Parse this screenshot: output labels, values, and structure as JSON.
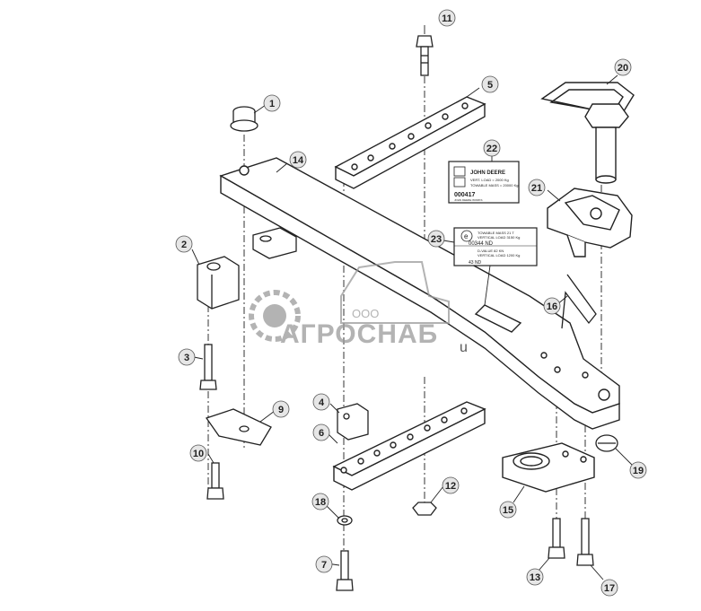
{
  "callouts": [
    {
      "n": "1"
    },
    {
      "n": "2"
    },
    {
      "n": "3"
    },
    {
      "n": "4"
    },
    {
      "n": "5"
    },
    {
      "n": "6"
    },
    {
      "n": "7"
    },
    {
      "n": "9"
    },
    {
      "n": "10"
    },
    {
      "n": "11"
    },
    {
      "n": "12"
    },
    {
      "n": "13"
    },
    {
      "n": "14"
    },
    {
      "n": "15"
    },
    {
      "n": "16"
    },
    {
      "n": "17"
    },
    {
      "n": "18"
    },
    {
      "n": "19"
    },
    {
      "n": "20"
    },
    {
      "n": "21"
    },
    {
      "n": "22"
    },
    {
      "n": "23"
    }
  ],
  "label22": {
    "brand": "JOHN DEERE",
    "line1": "VERT. LOAD = 2000 Kg",
    "line2": "TOWABLE MASS = 20000 Kg",
    "code": "000417",
    "footer": "JOHN DEERE WORKS"
  },
  "label23": {
    "brand_mark": "e",
    "row1": "TOWABLE MASS 21 T",
    "row2": "VERTICAL LOAD 3150 Kg",
    "code1": "00344 ND",
    "row3": "D-VALUE 82 KN",
    "row4": "VERTICAL LOAD 1200 Kg",
    "code2": "43 ND"
  },
  "watermark": {
    "prefix": "ООО",
    "name": "АГРОСНАБ",
    "suffix": "u"
  },
  "colors": {
    "line": "#222222",
    "callout_fill": "#e6e6e6",
    "watermark": "#9a9a9a"
  }
}
